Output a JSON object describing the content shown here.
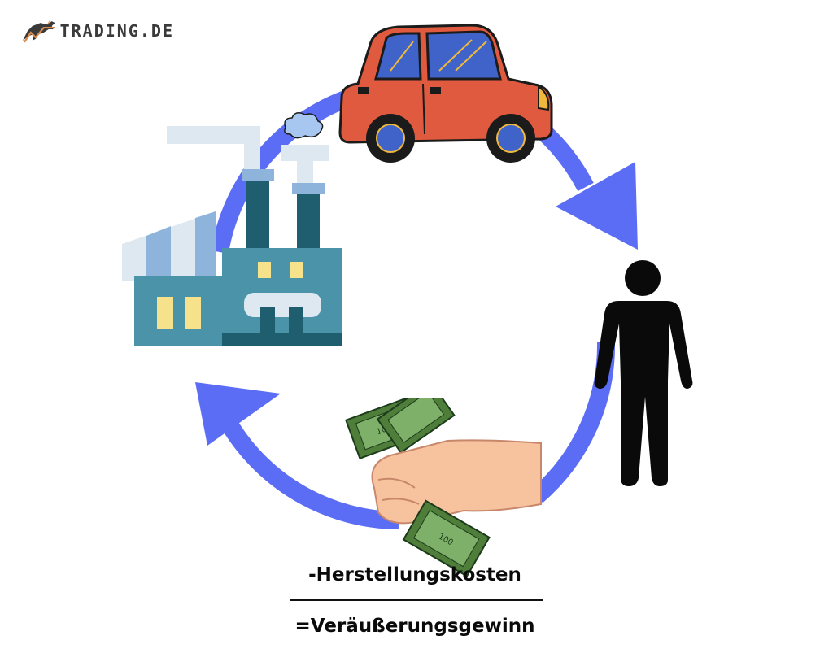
{
  "brand": {
    "name": "TRADING.DE",
    "accent_color": "#d9894a",
    "text_color": "#3a3a3a"
  },
  "diagram": {
    "cycle_color": "#5b6df5",
    "nodes": [
      {
        "icon": "car-icon"
      },
      {
        "icon": "person-icon"
      },
      {
        "icon": "money-hand-icon"
      },
      {
        "icon": "factory-icon"
      }
    ],
    "formula": {
      "line1": "-Herstellungskosten",
      "line2": "=Veräußerungsgewinn"
    }
  }
}
